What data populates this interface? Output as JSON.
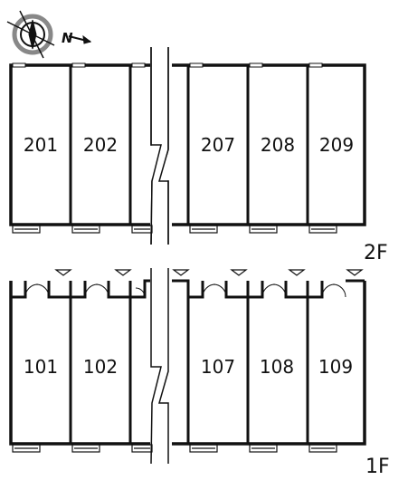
{
  "compass": {
    "north_label": "N",
    "icon": "compass-rose-icon"
  },
  "floors": [
    {
      "label": "2F",
      "units": [
        "201",
        "202",
        "207",
        "208",
        "209"
      ]
    },
    {
      "label": "1F",
      "units": [
        "101",
        "102",
        "107",
        "108",
        "109"
      ]
    }
  ],
  "colors": {
    "line": "#111111",
    "background": "#ffffff"
  }
}
